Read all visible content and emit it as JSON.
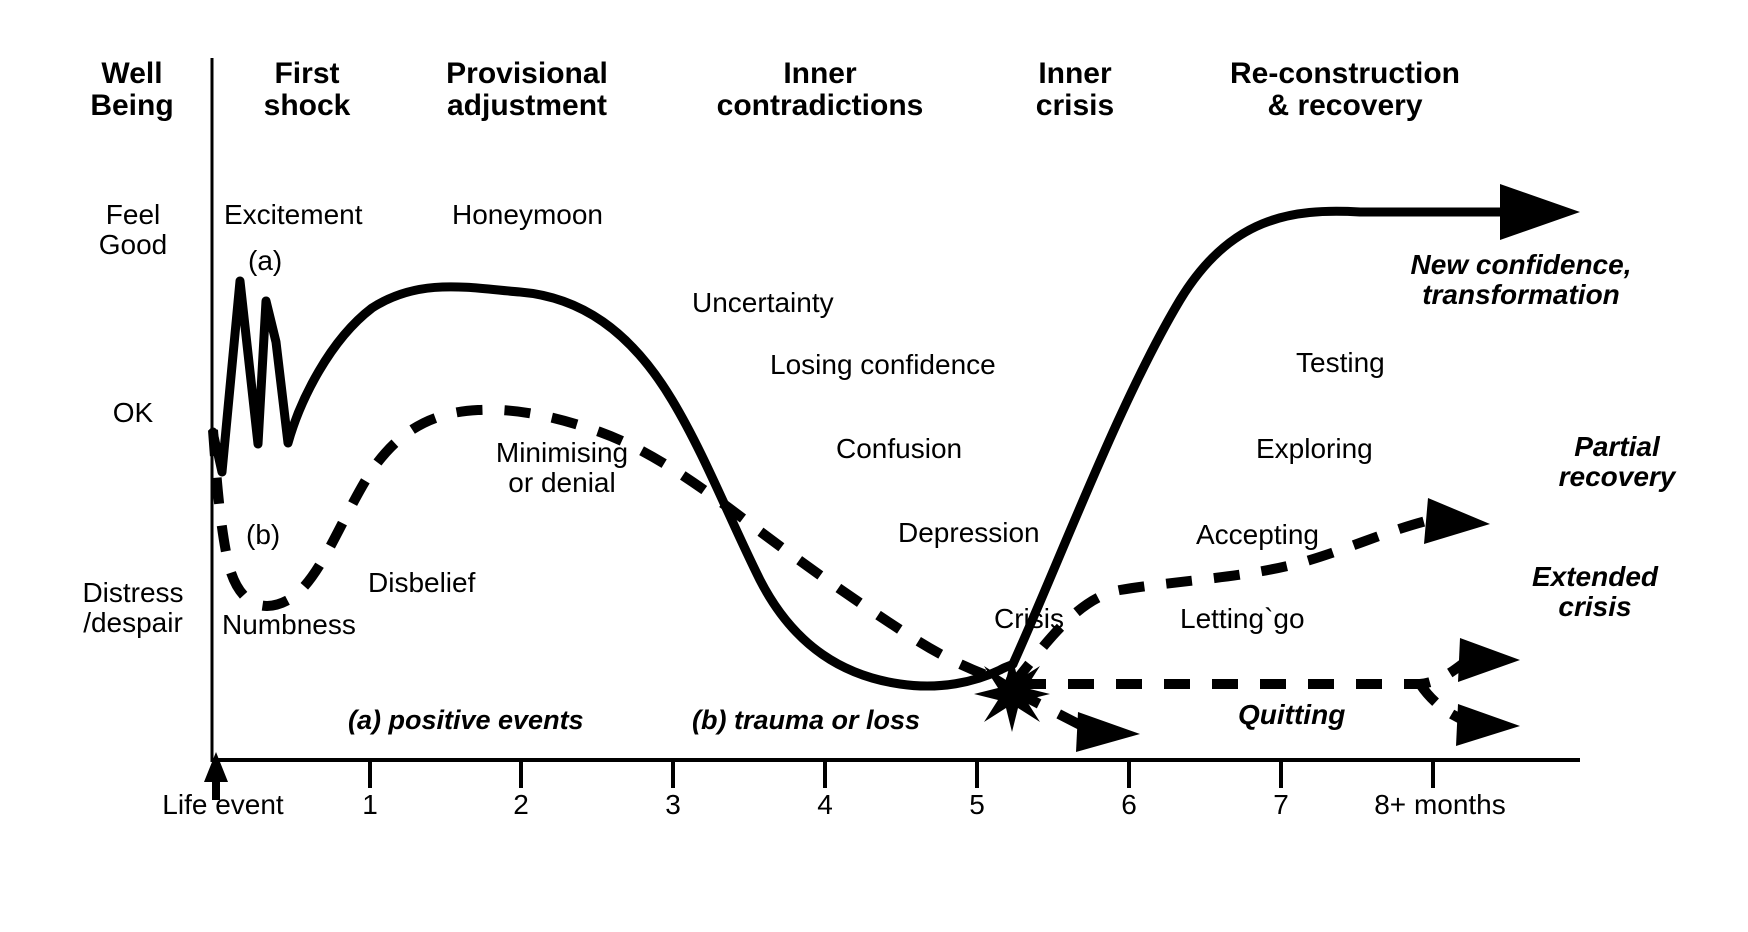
{
  "figure": {
    "title_axis_left": "Well\nBeing",
    "y_axis_labels": [
      {
        "text": "Feel\nGood",
        "value": "high"
      },
      {
        "text": "OK",
        "value": "mid"
      },
      {
        "text": "Distress\n/despair",
        "value": "low"
      }
    ],
    "phases": [
      {
        "label": "First\nshock"
      },
      {
        "label": "Provisional\nadjustment"
      },
      {
        "label": "Inner\ncontradictions"
      },
      {
        "label": "Inner\ncrisis"
      },
      {
        "label": "Re-construction\n& recovery"
      }
    ],
    "x_axis": {
      "origin_label": "Life event",
      "ticks": [
        "1",
        "2",
        "3",
        "4",
        "5",
        "6",
        "7",
        "8+ months"
      ]
    },
    "stage_labels": [
      {
        "text": "Excitement",
        "curve": "a"
      },
      {
        "text": "(a)",
        "curve": "a"
      },
      {
        "text": "Honeymoon",
        "curve": "a"
      },
      {
        "text": "Uncertainty",
        "curve": "a"
      },
      {
        "text": "Losing confidence",
        "curve": "a"
      },
      {
        "text": "Confusion",
        "curve": "a"
      },
      {
        "text": "Depression",
        "curve": "a"
      },
      {
        "text": "Crisis",
        "curve": "a"
      },
      {
        "text": "Testing",
        "curve": "a"
      },
      {
        "text": "Exploring",
        "curve": "a"
      },
      {
        "text": "Accepting",
        "curve": "b"
      },
      {
        "text": "Letting`go",
        "curve": "b"
      },
      {
        "text": "(b)",
        "curve": "b"
      },
      {
        "text": "Numbness",
        "curve": "b"
      },
      {
        "text": "Disbelief",
        "curve": "b"
      },
      {
        "text": "Minimising\nor denial",
        "curve": "b"
      }
    ],
    "outcome_labels": [
      {
        "text": "New confidence,\ntransformation",
        "style": "italic"
      },
      {
        "text": "Partial\nrecovery",
        "style": "italic"
      },
      {
        "text": "Extended\ncrisis",
        "style": "italic"
      },
      {
        "text": "Quitting",
        "style": "italic"
      }
    ],
    "footnotes": [
      {
        "text": "(a) positive events"
      },
      {
        "text": "(b) trauma or loss"
      }
    ],
    "markers": [
      {
        "name": "crisis-star",
        "glyph": "*"
      },
      {
        "name": "life-event-arrow",
        "glyph": "up-arrow"
      }
    ],
    "colors": {
      "ink": "#000000",
      "paper": "#ffffff"
    }
  },
  "chart_data": {
    "type": "line",
    "title": "Well Being over time after a life event",
    "xlabel": "months",
    "ylabel": "Well Being",
    "x": [
      0,
      1,
      2,
      3,
      4,
      5,
      6,
      7,
      8
    ],
    "ylim": [
      "Distress/despair",
      "Feel Good"
    ],
    "xlim": [
      0,
      8
    ],
    "grid": false,
    "legend": "none",
    "series": [
      {
        "name": "(a) positive events",
        "linestyle": "solid",
        "values": [
          "OK",
          "Feel Good spike",
          "near Feel Good",
          "near Feel Good",
          "OK",
          "Distress",
          "Distress/despair crisis",
          "rising",
          "Feel Good"
        ]
      },
      {
        "name": "(b) trauma or loss",
        "linestyle": "dashed",
        "values": [
          "OK",
          "Distress/despair",
          "OK-",
          "OK-",
          "below OK",
          "Distress",
          "Distress/despair crisis",
          "Distress",
          "partial recovery / extended crisis / quitting"
        ]
      }
    ],
    "annotations": [
      "Excitement",
      "(a)",
      "Honeymoon",
      "Uncertainty",
      "Losing confidence",
      "Confusion",
      "Depression",
      "Crisis",
      "Testing",
      "Exploring",
      "Accepting",
      "Letting`go",
      "(b)",
      "Numbness",
      "Disbelief",
      "Minimising or denial",
      "New confidence, transformation",
      "Partial recovery",
      "Extended crisis",
      "Quitting"
    ]
  }
}
